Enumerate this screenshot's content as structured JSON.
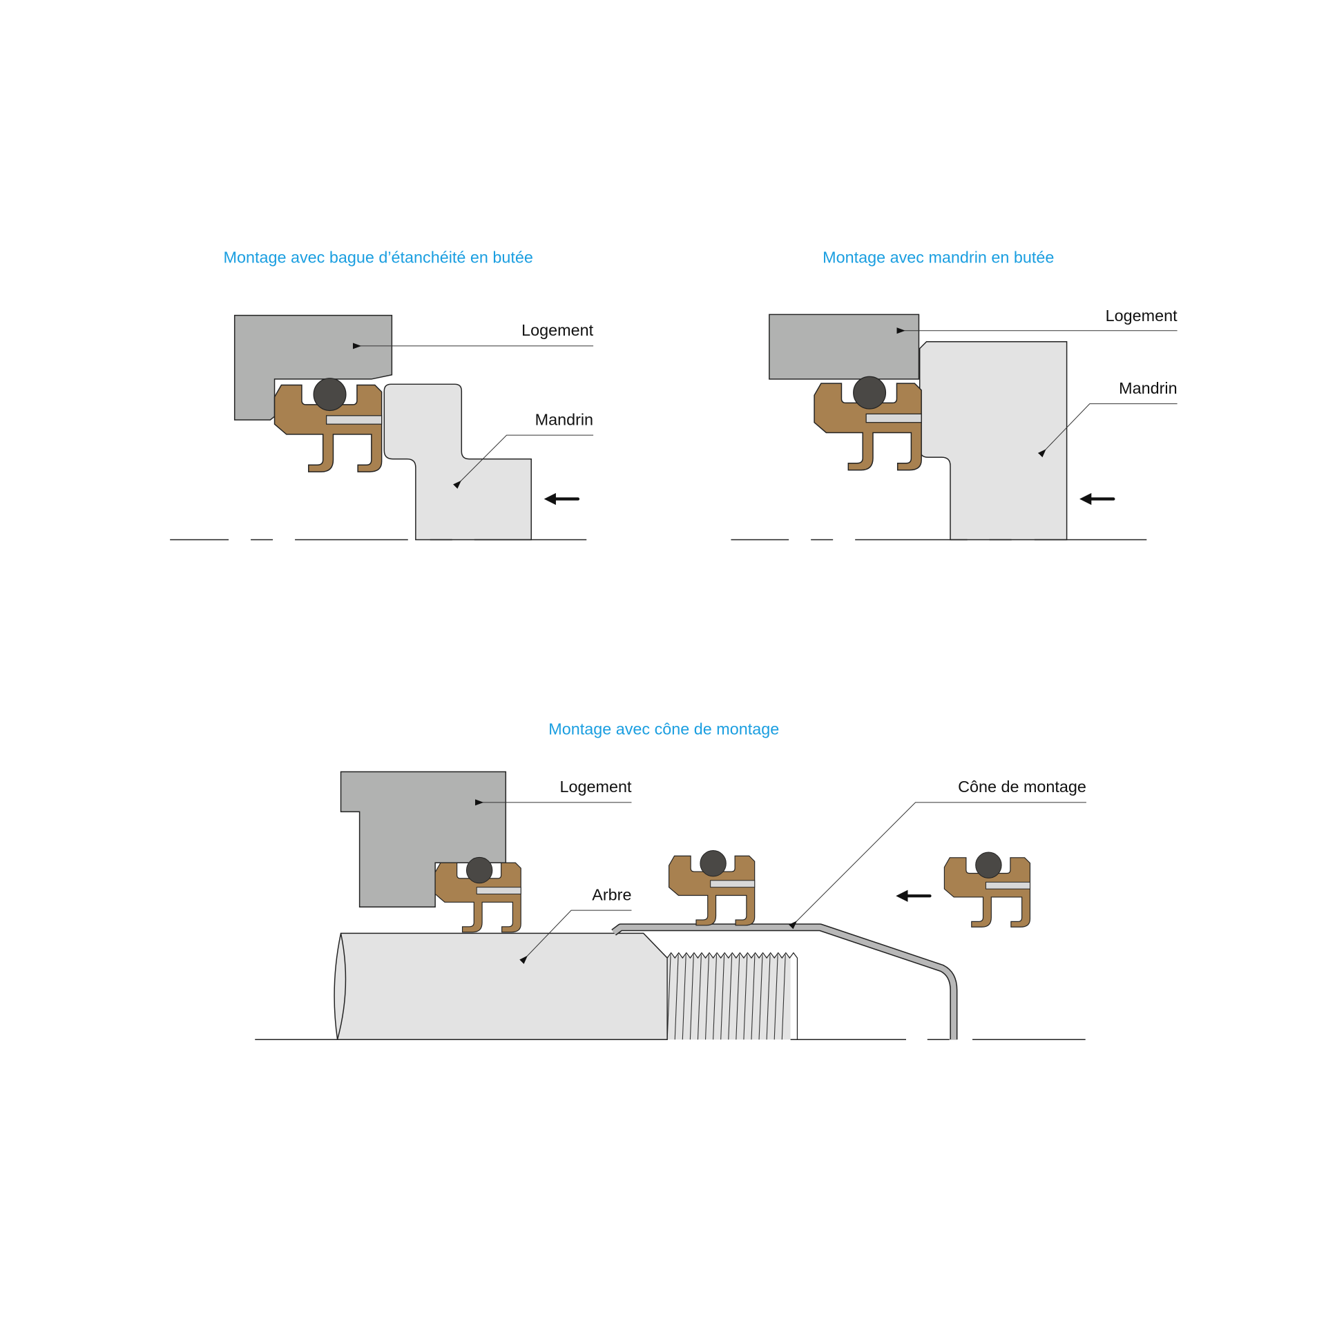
{
  "diagram1": {
    "title": "Montage avec bague d’étanchéité en butée",
    "label_housing": "Logement",
    "label_mandrel": "Mandrin"
  },
  "diagram2": {
    "title": "Montage avec mandrin en butée",
    "label_housing": "Logement",
    "label_mandrel": "Mandrin"
  },
  "diagram3": {
    "title": "Montage avec cône de montage",
    "label_housing": "Logement",
    "label_shaft": "Arbre",
    "label_cone": "Cône de montage"
  },
  "colors": {
    "title": "#1a9ee0",
    "housing": "#b1b2b1",
    "mandrel": "#e3e3e3",
    "seal": "#a88150",
    "oring": "#4a4845"
  }
}
